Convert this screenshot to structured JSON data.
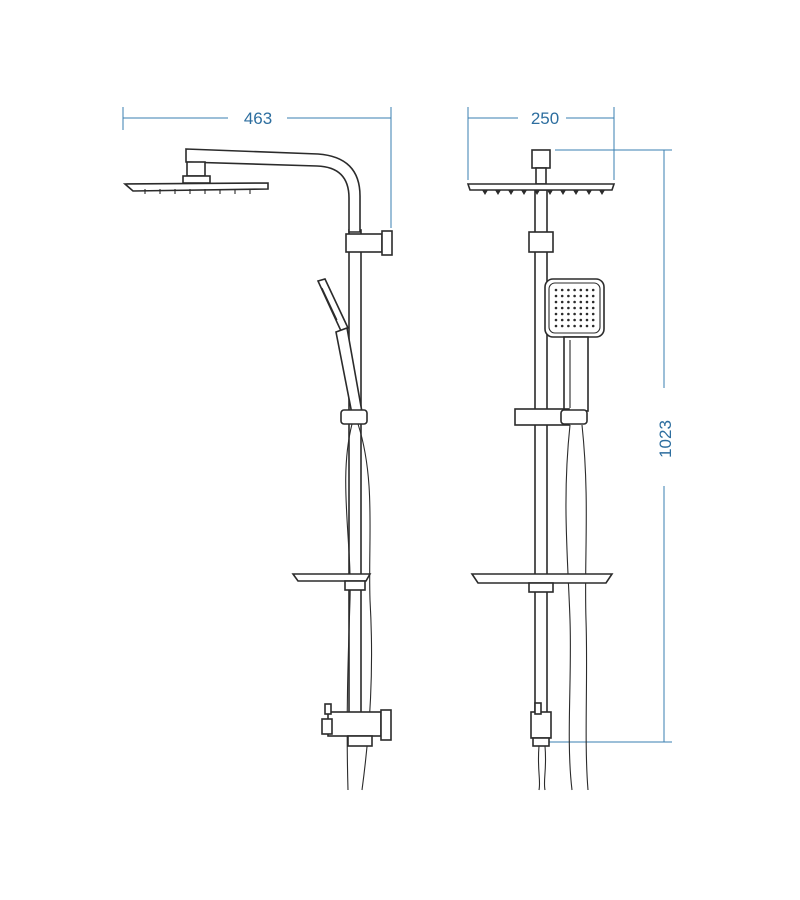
{
  "dimensions": {
    "side_width": "463",
    "front_width": "250",
    "height": "1023"
  },
  "colors": {
    "dimension": "#3a7fb0",
    "outline": "#2b2b2b",
    "background": "#ffffff"
  }
}
